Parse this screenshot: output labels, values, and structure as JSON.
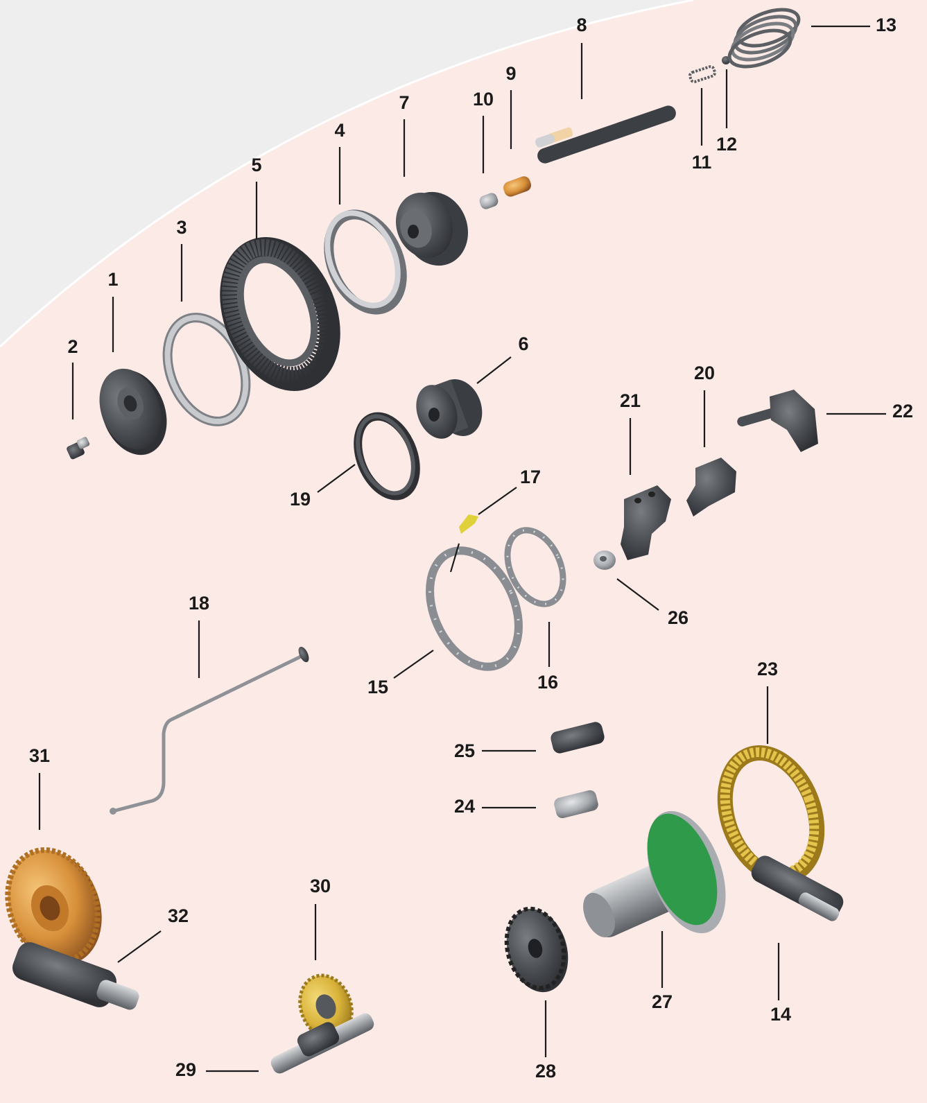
{
  "diagram": {
    "labels": [
      {
        "id": "1",
        "text": "1"
      },
      {
        "id": "2",
        "text": "2"
      },
      {
        "id": "3",
        "text": "3"
      },
      {
        "id": "4",
        "text": "4"
      },
      {
        "id": "5",
        "text": "5"
      },
      {
        "id": "6",
        "text": "6"
      },
      {
        "id": "7",
        "text": "7"
      },
      {
        "id": "8",
        "text": "8"
      },
      {
        "id": "9",
        "text": "9"
      },
      {
        "id": "10",
        "text": "10"
      },
      {
        "id": "11",
        "text": "11"
      },
      {
        "id": "12",
        "text": "12"
      },
      {
        "id": "13",
        "text": "13"
      },
      {
        "id": "14",
        "text": "14"
      },
      {
        "id": "15",
        "text": "15"
      },
      {
        "id": "16",
        "text": "16"
      },
      {
        "id": "17",
        "text": "17"
      },
      {
        "id": "18",
        "text": "18"
      },
      {
        "id": "19",
        "text": "19"
      },
      {
        "id": "20",
        "text": "20"
      },
      {
        "id": "21",
        "text": "21"
      },
      {
        "id": "22",
        "text": "22"
      },
      {
        "id": "23",
        "text": "23"
      },
      {
        "id": "24",
        "text": "24"
      },
      {
        "id": "25",
        "text": "25"
      },
      {
        "id": "26",
        "text": "26"
      },
      {
        "id": "27",
        "text": "27"
      },
      {
        "id": "28",
        "text": "28"
      },
      {
        "id": "29",
        "text": "29"
      },
      {
        "id": "30",
        "text": "30"
      },
      {
        "id": "31",
        "text": "31"
      },
      {
        "id": "32",
        "text": "32"
      }
    ]
  },
  "colors": {
    "background": "#fbeae6",
    "top_panel": "#eeeeee",
    "part_dark": "#4a4d52",
    "part_steel": "#a9acb0",
    "part_brass": "#d9b23a",
    "part_copper": "#d8903a",
    "part_green": "#2f9a4a",
    "text": "#1a1a1a"
  }
}
